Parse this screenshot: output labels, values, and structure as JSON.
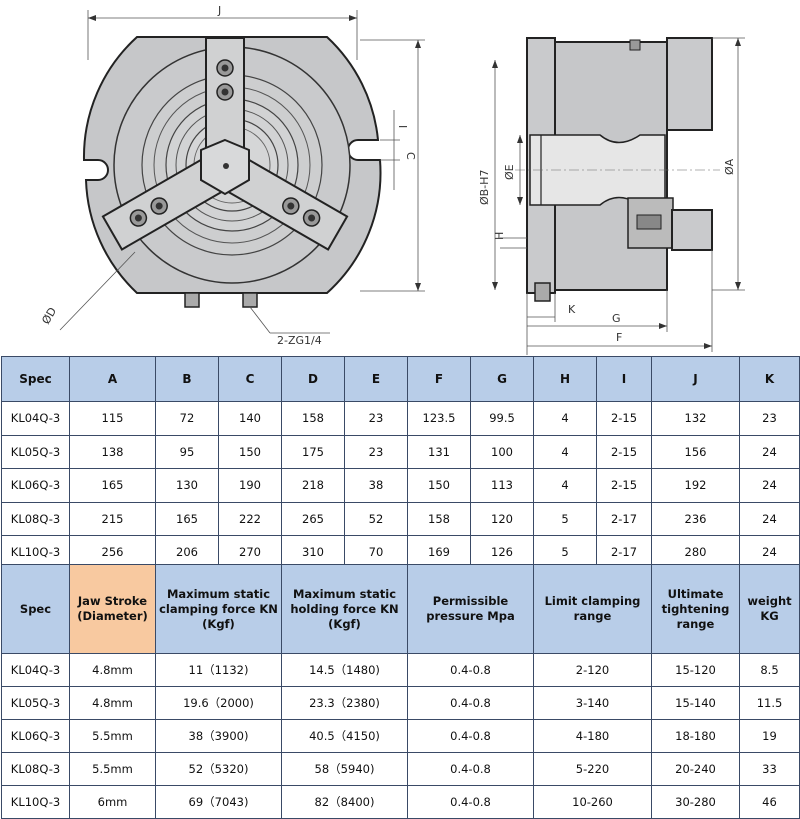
{
  "drawing": {
    "labels": {
      "J": "J",
      "I": "I",
      "C": "C",
      "D": "ØD",
      "thread": "2-ZG1/4",
      "B": "ØB-H7",
      "E": "ØE",
      "A": "ØA",
      "H": "H",
      "K": "K",
      "G": "G",
      "F": "F"
    }
  },
  "dimensions_table": {
    "headers": [
      "Spec",
      "A",
      "B",
      "C",
      "D",
      "E",
      "F",
      "G",
      "H",
      "I",
      "J",
      "K"
    ],
    "rows": [
      [
        "KL04Q-3",
        "115",
        "72",
        "140",
        "158",
        "23",
        "123.5",
        "99.5",
        "4",
        "2-15",
        "132",
        "23"
      ],
      [
        "KL05Q-3",
        "138",
        "95",
        "150",
        "175",
        "23",
        "131",
        "100",
        "4",
        "2-15",
        "156",
        "24"
      ],
      [
        "KL06Q-3",
        "165",
        "130",
        "190",
        "218",
        "38",
        "150",
        "113",
        "4",
        "2-15",
        "192",
        "24"
      ],
      [
        "KL08Q-3",
        "215",
        "165",
        "222",
        "265",
        "52",
        "158",
        "120",
        "5",
        "2-17",
        "236",
        "24"
      ],
      [
        "KL10Q-3",
        "256",
        "206",
        "270",
        "310",
        "70",
        "169",
        "126",
        "5",
        "2-17",
        "280",
        "24"
      ]
    ]
  },
  "performance_table": {
    "headers": [
      "Spec",
      "Jaw Stroke (Diameter)",
      "Maximum static clamping force KN (Kgf)",
      "Maximum static holding force KN (Kgf)",
      "Permissible pressure Mpa",
      "Limit clamping range",
      "Ultimate tightening range",
      "weight KG"
    ],
    "highlight_color": "#f8c9a0",
    "header_color": "#b8cde8",
    "rows": [
      [
        "KL04Q-3",
        "4.8mm",
        "11（1132)",
        "14.5（1480)",
        "0.4-0.8",
        "2-120",
        "15-120",
        "8.5"
      ],
      [
        "KL05Q-3",
        "4.8mm",
        "19.6（2000)",
        "23.3（2380)",
        "0.4-0.8",
        "3-140",
        "15-140",
        "11.5"
      ],
      [
        "KL06Q-3",
        "5.5mm",
        "38（3900)",
        "40.5（4150)",
        "0.4-0.8",
        "4-180",
        "18-180",
        "19"
      ],
      [
        "KL08Q-3",
        "5.5mm",
        "52（5320)",
        "58（5940)",
        "0.4-0.8",
        "5-220",
        "20-240",
        "33"
      ],
      [
        "KL10Q-3",
        "6mm",
        "69（7043)",
        "82（8400)",
        "0.4-0.8",
        "10-260",
        "30-280",
        "46"
      ]
    ]
  }
}
